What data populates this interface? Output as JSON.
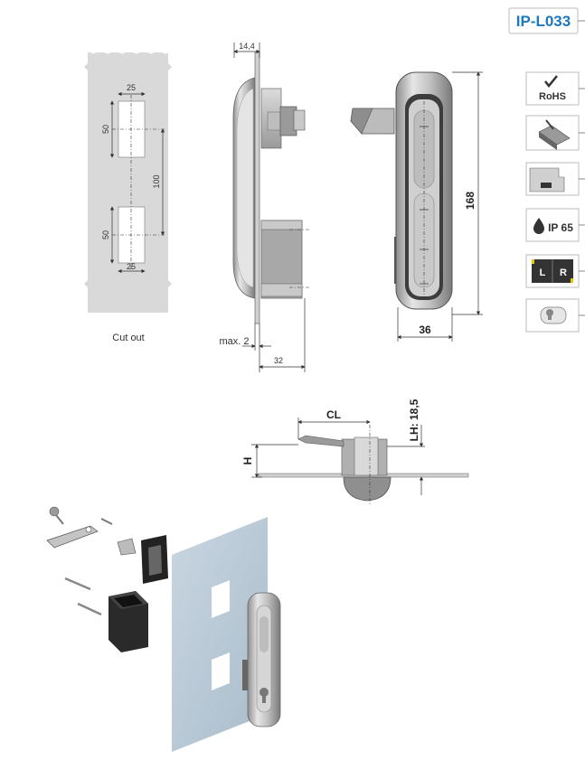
{
  "product_code": "IP-L033",
  "cutout": {
    "caption": "Cut out",
    "width_top": "25",
    "height_top": "50",
    "spacing": "100",
    "height_bottom": "50",
    "width_bottom": "25"
  },
  "side_view": {
    "depth": "14,4",
    "panel_max": "max. 2",
    "length": "32"
  },
  "front_view": {
    "height": "168",
    "width": "36"
  },
  "lock_view": {
    "cam_length": "CL",
    "lever_height": "LH: 18,5",
    "height": "H"
  },
  "features": {
    "rohs": "RoHS",
    "ip_rating": "IP 65",
    "left": "L",
    "right": "R"
  },
  "colors": {
    "accent": "#1e78bd",
    "panel": "#d9d9d9",
    "metal": "#b8b8b8"
  }
}
